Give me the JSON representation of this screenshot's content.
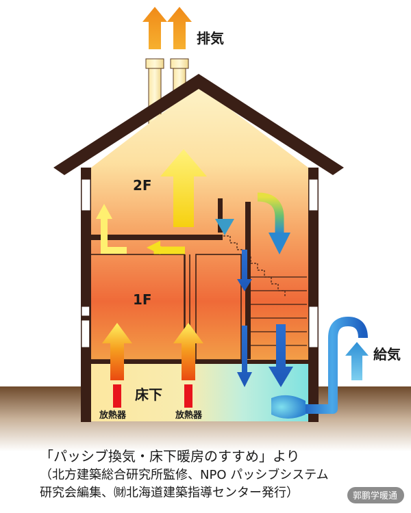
{
  "labels": {
    "exhaust": "排気",
    "supply": "給気",
    "floor2": "2F",
    "floor1": "1F",
    "underfloor": "床下",
    "radiator_left": "放熱器",
    "radiator_right": "放熱器"
  },
  "caption": {
    "title": "「パッシブ換気・床下暖房のすすめ」より",
    "line1": "（北方建築総合研究所監修、NPO パッシブシステム",
    "line2": "研究会編集、㈶北海道建築指導センター発行）"
  },
  "watermark": "郭鹏学暖通",
  "colors": {
    "outside_air": "#2e8fd6",
    "warm_air": "#f0a020",
    "heater": "#e8141c",
    "roof": "#3a1f16",
    "ground": "#6e4a2c"
  }
}
